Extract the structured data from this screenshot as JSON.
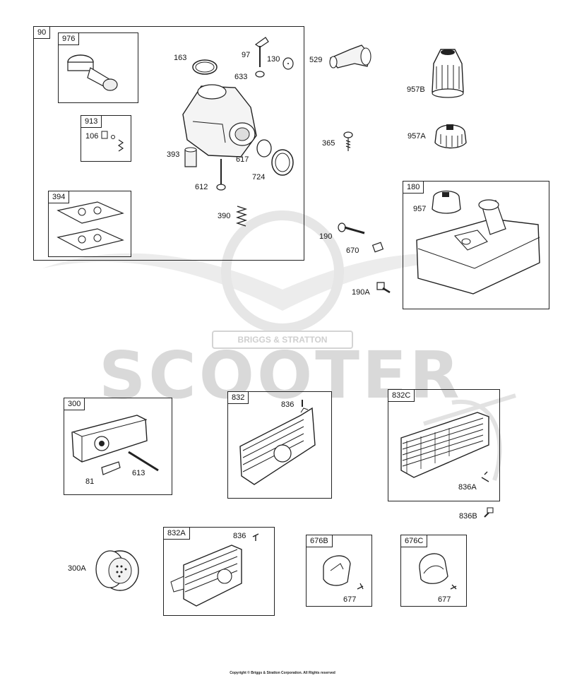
{
  "watermark": {
    "brand": "BRIGGS & STRATTON",
    "text": "SCOOTER"
  },
  "boxes": {
    "carb_kit": "90",
    "intake_seal": "976",
    "spring_kit": "913",
    "gasket_set": "394",
    "fuel_tank": "180",
    "muffler": "300",
    "guard_832": "832",
    "guard_832c": "832C",
    "guard_832a": "832A",
    "deflector_676b": "676B",
    "deflector_676c": "676C"
  },
  "labels": {
    "p163": "163",
    "p97": "97",
    "p130": "130",
    "p633": "633",
    "p106": "106",
    "p393": "393",
    "p617": "617",
    "p724": "724",
    "p612": "612",
    "p390": "390",
    "p529": "529",
    "p957b": "957B",
    "p365": "365",
    "p957a": "957A",
    "p957": "957",
    "p190": "190",
    "p670": "670",
    "p190a": "190A",
    "p81": "81",
    "p613": "613",
    "p836_top": "836",
    "p836a": "836A",
    "p836b": "836B",
    "p300a": "300A",
    "p836_bottom": "836",
    "p677_b": "677",
    "p677_c": "677"
  },
  "footer": {
    "copyright": "Copyright © Briggs & Stratton Corporation. All Rights reserved"
  }
}
